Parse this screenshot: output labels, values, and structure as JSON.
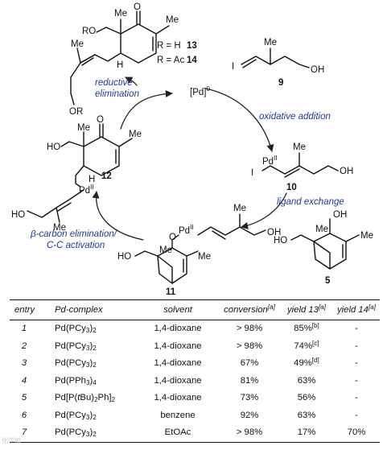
{
  "scheme": {
    "pd0": "[Pd]",
    "pd0_sup": "0",
    "steps": {
      "oxidative_addition": "oxidative addition",
      "ligand_exchange": "ligand exchange",
      "beta_carbon_1": "β-carbon elimination/",
      "beta_carbon_2": "C-C activation",
      "reductive_1": "reductive",
      "reductive_2": "elimination"
    },
    "compounds": {
      "c9": "9",
      "c10": "10",
      "c5": "5",
      "c11": "11",
      "c12": "12",
      "c13": "13",
      "c14": "14"
    },
    "labels": {
      "ro": "RO",
      "or": "OR",
      "r_h": "R = H",
      "r_ac": "R = Ac",
      "me": "Me",
      "o": "O",
      "h": "H",
      "i": "I",
      "oh": "OH",
      "ho": "HO",
      "pd": "Pd",
      "pd_ii": "II"
    },
    "colors": {
      "step_text": "#1f3a93",
      "arrow": "#222222"
    }
  },
  "table": {
    "headers": {
      "entry": "entry",
      "complex": "Pd-complex",
      "solvent": "solvent",
      "conversion": "conversion",
      "conversion_note": "[a]",
      "yield13": "yield 13",
      "yield13_note": "[a]",
      "yield14": "yield 14",
      "yield14_note": "[a]"
    },
    "rows": [
      {
        "entry": "1",
        "complex": "Pd(PCy3)2",
        "solvent": "1,4-dioxane",
        "conversion": "> 98%",
        "yield13": "85%",
        "yield13_note": "[b]",
        "yield14": "-"
      },
      {
        "entry": "2",
        "complex": "Pd(PCy3)2",
        "solvent": "1,4-dioxane",
        "conversion": "> 98%",
        "yield13": "74%",
        "yield13_note": "[c]",
        "yield14": "-"
      },
      {
        "entry": "3",
        "complex": "Pd(PCy3)2",
        "solvent": "1,4-dioxane",
        "conversion": "67%",
        "yield13": "49%",
        "yield13_note": "[d]",
        "yield14": "-"
      },
      {
        "entry": "4",
        "complex": "Pd(PPh3)4",
        "solvent": "1,4-dioxane",
        "conversion": "81%",
        "yield13": "63%",
        "yield13_note": "",
        "yield14": "-"
      },
      {
        "entry": "5",
        "complex": "Pd[P(tBu)2Ph]2",
        "solvent": "1,4-dioxane",
        "conversion": "73%",
        "yield13": "56%",
        "yield13_note": "",
        "yield14": "-"
      },
      {
        "entry": "6",
        "complex": "Pd(PCy3)2",
        "solvent": "benzene",
        "conversion": "92%",
        "yield13": "63%",
        "yield13_note": "",
        "yield14": "-"
      },
      {
        "entry": "7",
        "complex": "Pd(PCy3)2",
        "solvent": "EtOAc",
        "conversion": "> 98%",
        "yield13": "17%",
        "yield13_note": "",
        "yield14": "70%"
      }
    ]
  },
  "watermark": "化学加"
}
